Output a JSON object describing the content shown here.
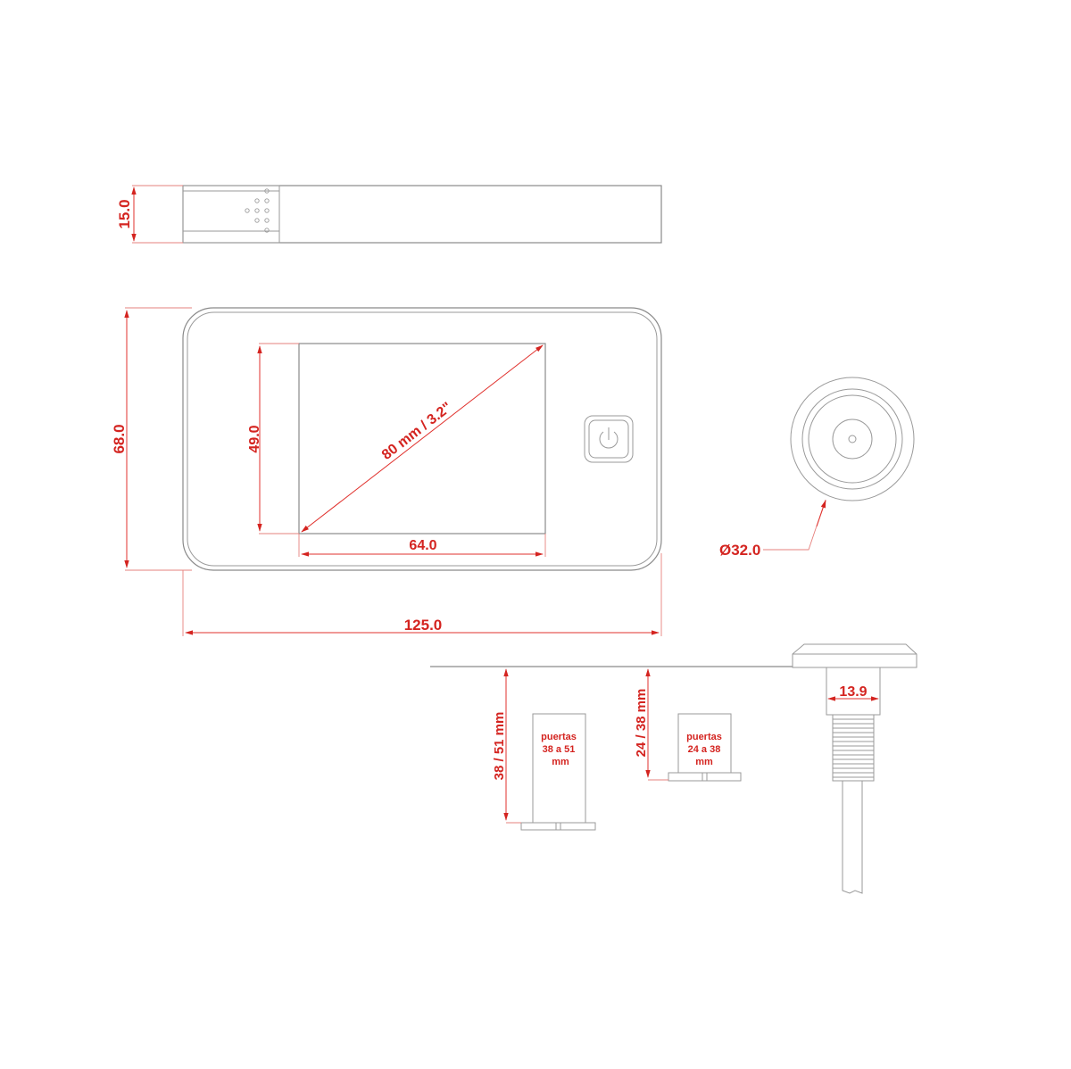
{
  "colors": {
    "outline": "#8a8a8a",
    "dimension": "#d42420",
    "background": "#ffffff"
  },
  "side_view": {
    "thickness_label": "15.0"
  },
  "front_view": {
    "height_label": "68.0",
    "width_label": "125.0",
    "screen_height_label": "49.0",
    "screen_width_label": "64.0",
    "screen_diagonal_label": "80 mm / 3.2\"",
    "power_button_icon": "power-icon"
  },
  "lens_view": {
    "diameter_label": "Ø32.0"
  },
  "door_section": {
    "thick_door": {
      "range_label": "38 / 51 mm",
      "note_line1": "puertas",
      "note_line2": "38 a 51",
      "note_line3": "mm"
    },
    "thin_door": {
      "range_label": "24 / 38 mm",
      "note_line1": "puertas",
      "note_line2": "24 a 38",
      "note_line3": "mm"
    },
    "lens_shaft_label": "13.9"
  }
}
